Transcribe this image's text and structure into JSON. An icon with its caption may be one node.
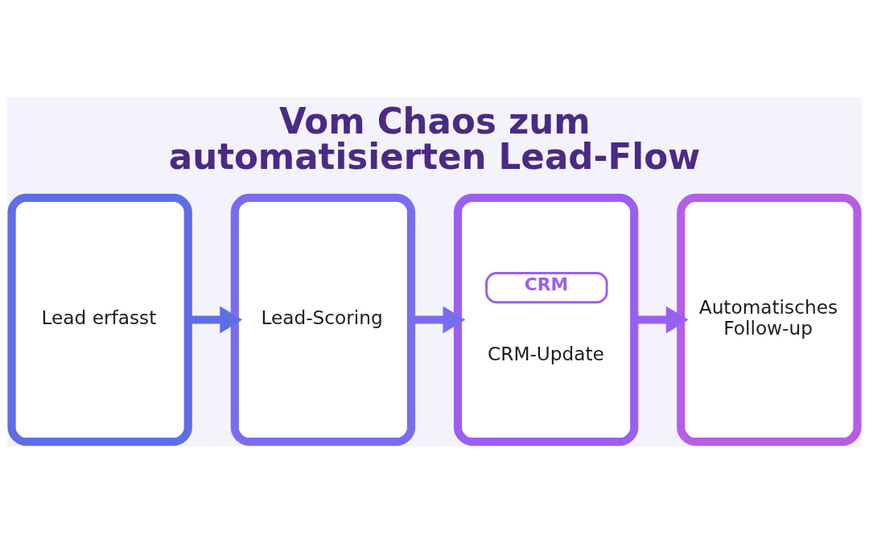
{
  "diagram": {
    "title": "Vom Chaos zum automatisierten Lead-Flow",
    "nodes": [
      {
        "text": [
          "Lead erfasst"
        ]
      },
      {
        "text": [
          "Lead-Scoring"
        ]
      },
      {
        "text": [
          "CRM",
          "CRM-Update"
        ]
      },
      {
        "text": [
          "Automatisches Follow-up"
        ]
      }
    ],
    "edges": [
      {
        "from": 0,
        "to": 1,
        "arrow": "to"
      },
      {
        "from": 1,
        "to": 2,
        "arrow": "to"
      },
      {
        "from": 2,
        "to": 3,
        "arrow": "to"
      }
    ]
  }
}
